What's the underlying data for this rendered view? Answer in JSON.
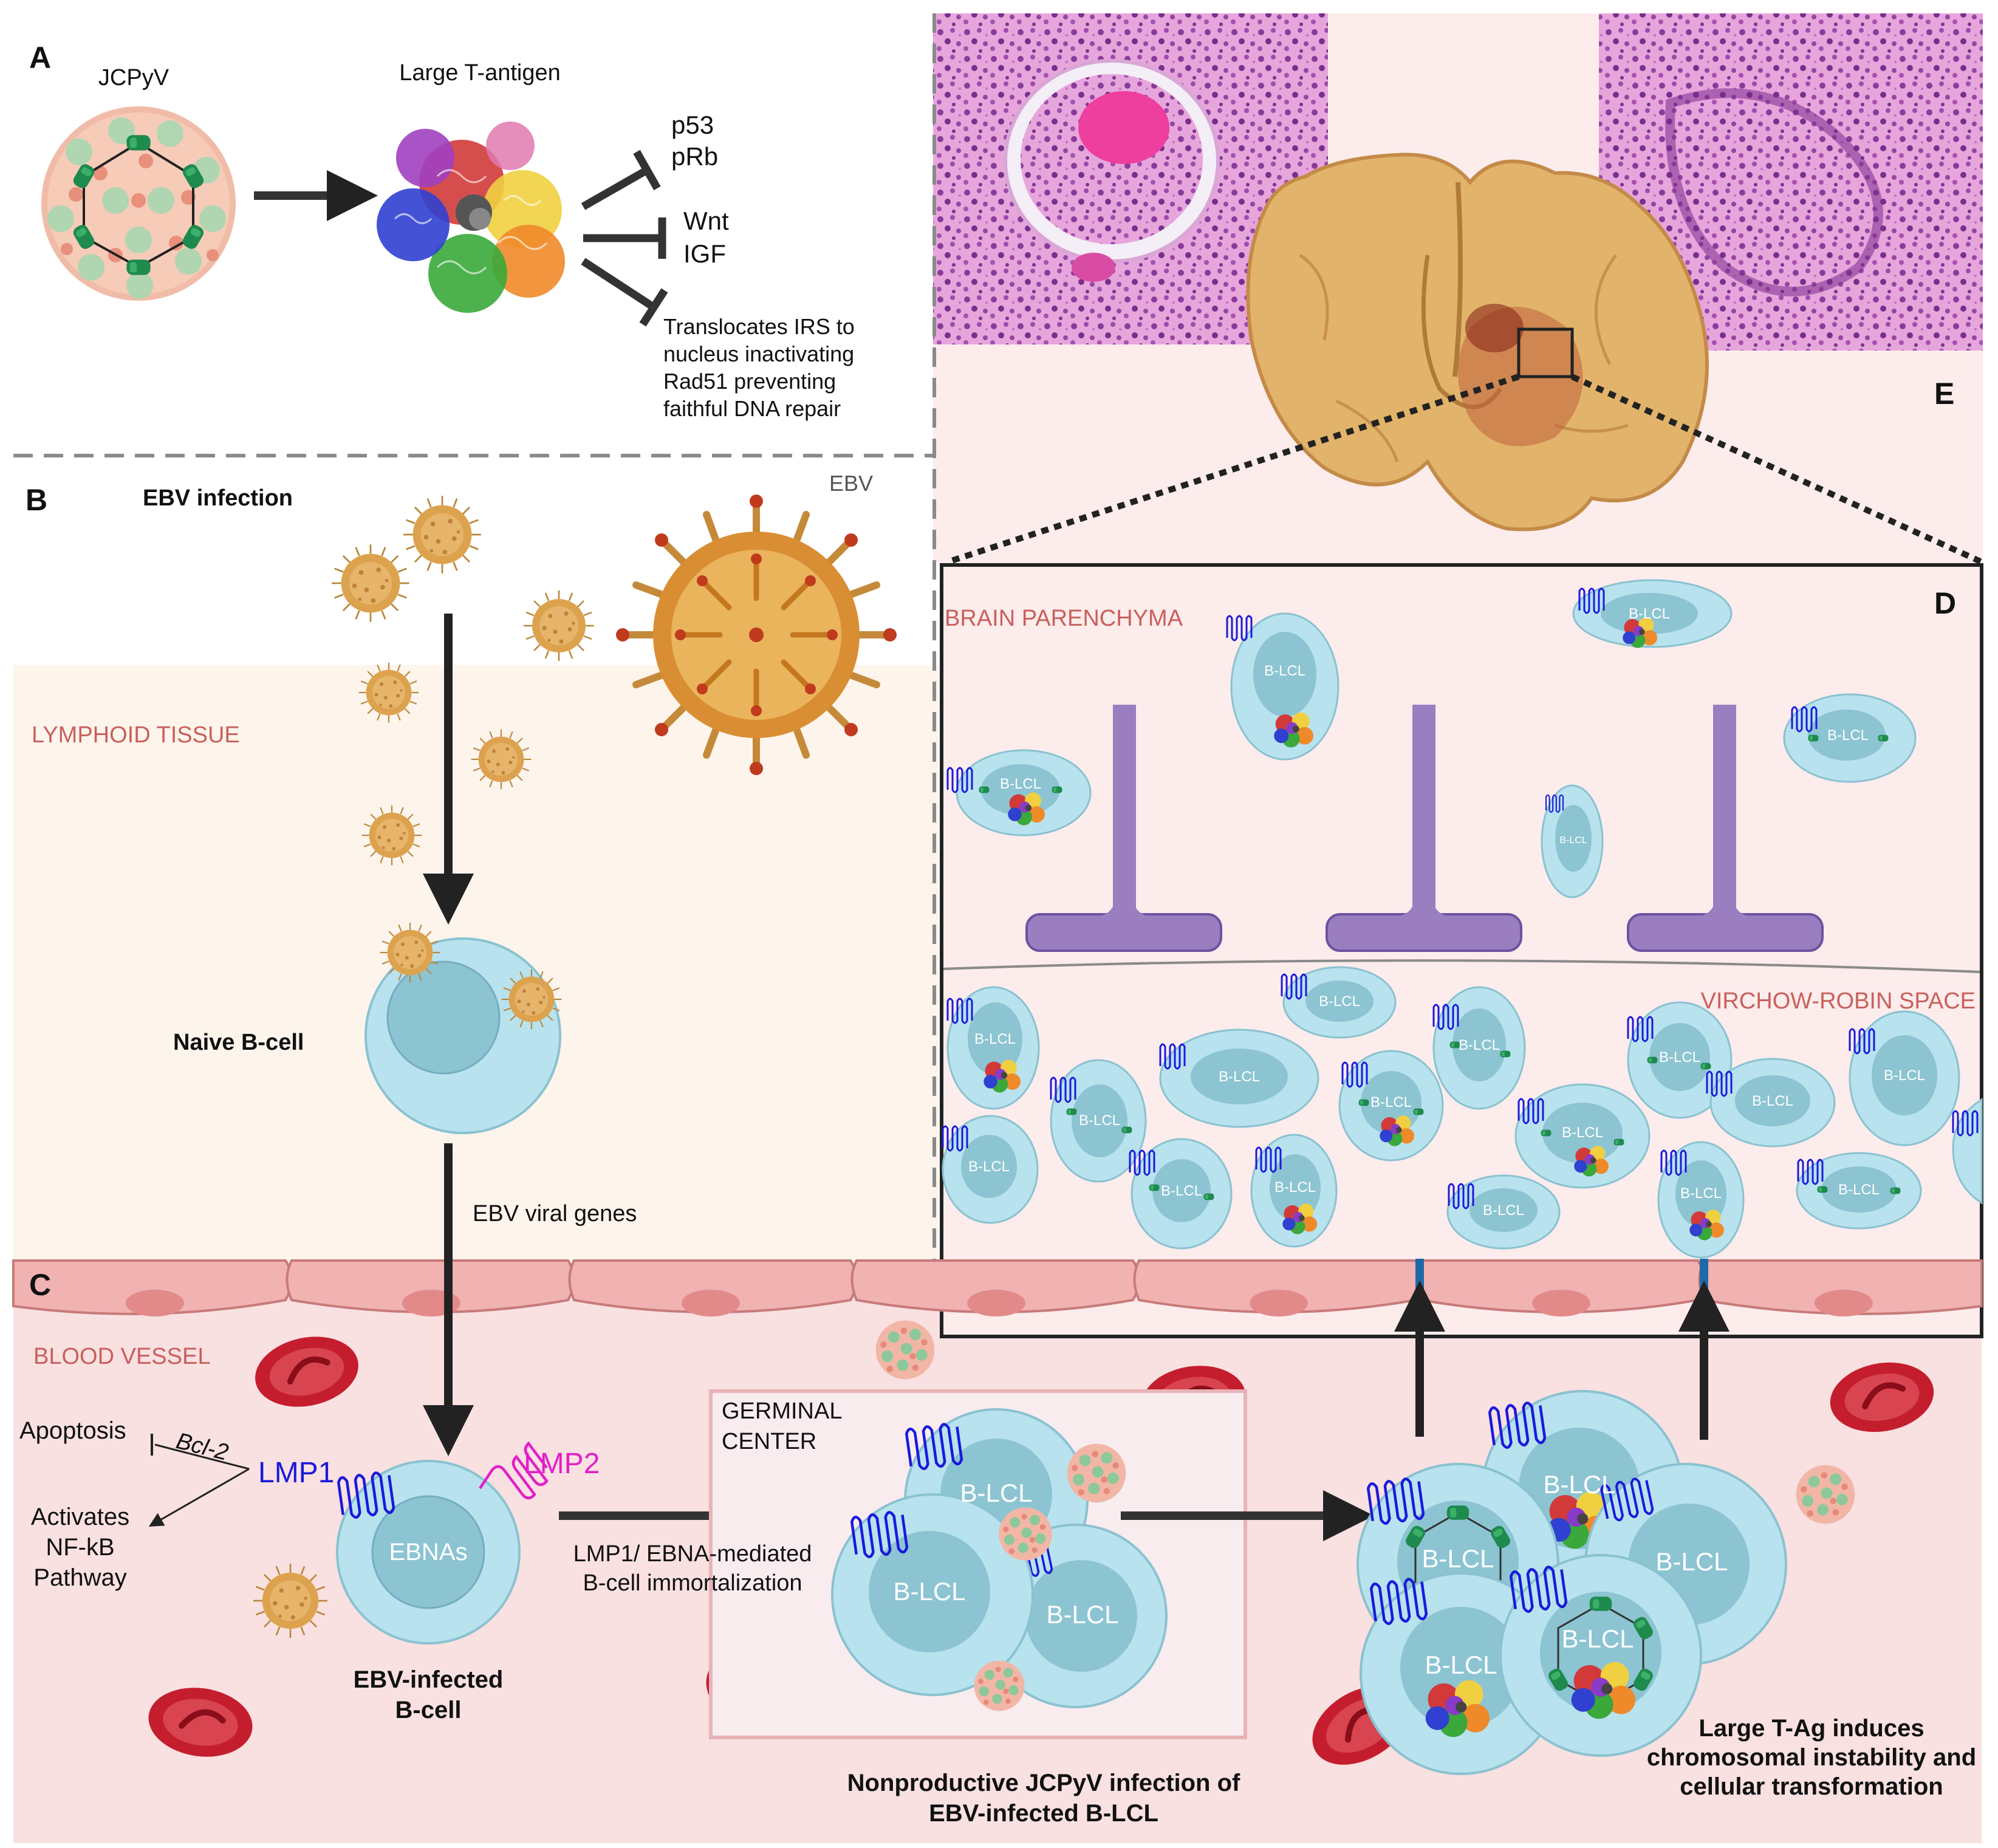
{
  "panels": {
    "a": "A",
    "b": "B",
    "c": "C",
    "d": "D",
    "e": "E"
  },
  "panel_a": {
    "virus": "JCPyV",
    "protein": "Large T-antigen",
    "targets": [
      "p53",
      "pRb",
      "Wnt",
      "IGF"
    ],
    "irs_note": [
      "Translocates IRS to",
      "nucleus inactivating",
      "Rad51 preventing",
      "faithful DNA repair"
    ]
  },
  "panel_b": {
    "title": "EBV infection",
    "ebv": "EBV",
    "lymphoid": "LYMPHOID TISSUE",
    "naive": "Naive B-cell",
    "genes": "EBV viral genes"
  },
  "panel_c": {
    "vessel": "BLOOD VESSEL",
    "apoptosis": "Apoptosis",
    "bcl2": "Bcl-2",
    "lmp1": "LMP1",
    "lmp2": "LMP2",
    "activates": [
      "Activates",
      "NF-kB",
      "Pathway"
    ],
    "ebnas": "EBNAs",
    "infected": [
      "EBV-infected",
      "B-cell"
    ],
    "germinal": [
      "GERMINAL",
      "CENTER"
    ],
    "immortal": [
      "LMP1/ EBNA-mediated",
      "B-cell immortalization"
    ],
    "nonprod": [
      "Nonproductive JCPyV infection of",
      "EBV-infected B-LCL"
    ],
    "transform": [
      "Large T-Ag induces",
      "chromosomal instability and",
      "cellular transformation"
    ]
  },
  "panel_d": {
    "parenchyma": "BRAIN PARENCHYMA",
    "virchow": "VIRCHOW-ROBIN SPACE"
  },
  "cell_label": "B-LCL",
  "colors": {
    "lmp1": "#1a1adb",
    "lmp2": "#e020c8",
    "region_label": "#c8605c",
    "cell_fill": "#b8e2ee",
    "nucleus_fill": "#8cc4d2",
    "vessel_bg": "#f9e0e1",
    "lymphoid_bg": "#fdf4ec",
    "endothelium": "#f1b2b2",
    "rbc": "#c01e2c",
    "ebv": "#d8a24a",
    "jcpyv_green": "#1e8a4e",
    "astrocyte": "#9a7ec0"
  }
}
